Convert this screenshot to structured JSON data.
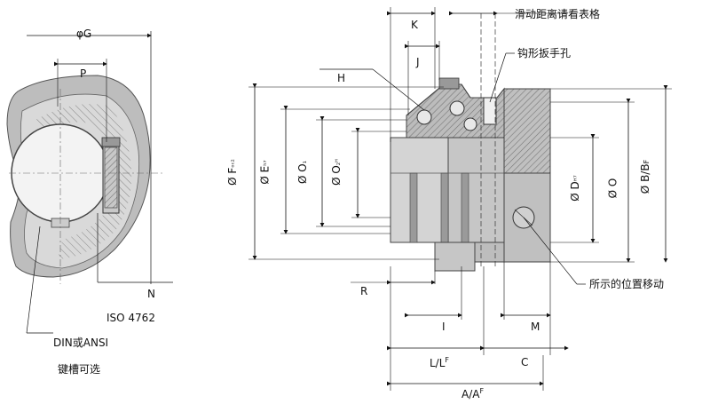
{
  "labels": {
    "phiG": "φG",
    "P": "P",
    "N": "N",
    "iso": "ISO 4762",
    "din": "DIN或ANSI",
    "keyway": "键槽可选",
    "K": "K",
    "J": "J",
    "H": "H",
    "R": "R",
    "I": "I",
    "M": "M",
    "L": "L/L",
    "L_sup": "F",
    "C": "C",
    "A": "A/A",
    "A_sup": "F",
    "slide": "滑动距离请看表格",
    "hook": "钩形扳手孔",
    "pos": "所示的位置移动",
    "phiF": "Ø F",
    "phiF_sup": "ᵒᶜ²",
    "phiE": "Ø E",
    "phiE_sup": "ʰ⁷",
    "phiO1": "Ø O",
    "phiO1_sub": "₁",
    "phiO2": "Ø O",
    "phiO2_sub": "₂",
    "phiO2_sup": "ᴴ",
    "phiD": "Ø D",
    "phiD_sup": "ᴴ⁷",
    "phiO": "Ø O",
    "phiB": "Ø B/B",
    "phiB_sup": "F"
  }
}
